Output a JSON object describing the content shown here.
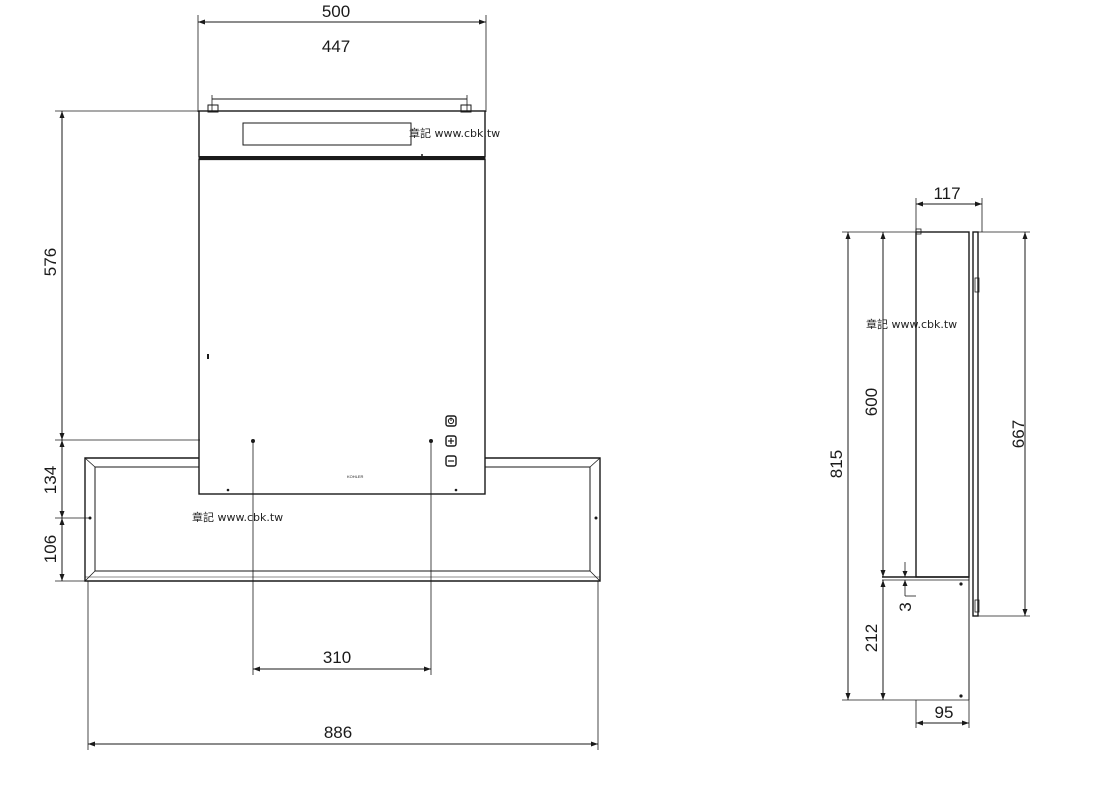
{
  "front_view": {
    "dim_width_outer": "500",
    "dim_width_inner": "447",
    "dim_height_body": "576",
    "dim_height_lower": "134",
    "dim_frame_height": "106",
    "dim_hole_spacing": "310",
    "dim_frame_width": "886",
    "brand_mark": "KOHLER"
  },
  "side_view": {
    "dim_depth_top": "117",
    "dim_height_total": "815",
    "dim_height_body": "600",
    "dim_height_panel": "667",
    "dim_small_gap": "3",
    "dim_lower": "212",
    "dim_depth_bottom": "95"
  },
  "watermarks": {
    "top": "章記 www.cbk.tw",
    "left": "章記 www.cbk.tw",
    "side": "章記 www.cbk.tw"
  },
  "controls": {
    "power_icon": "power-icon",
    "plus_icon": "plus-icon",
    "minus_icon": "minus-icon"
  }
}
